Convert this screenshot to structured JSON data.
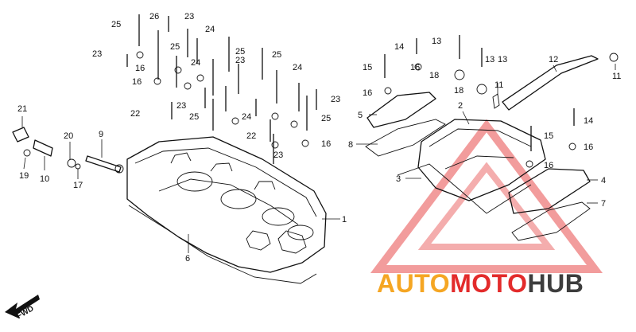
{
  "diagram": {
    "callouts": [
      "1",
      "2",
      "3",
      "4",
      "5",
      "6",
      "7",
      "8",
      "9",
      "10",
      "11",
      "11",
      "12",
      "13",
      "13",
      "14",
      "14",
      "15",
      "15",
      "16",
      "17",
      "18",
      "18",
      "19",
      "20",
      "21",
      "22",
      "23",
      "24",
      "25",
      "26"
    ],
    "fwd_label": "FWD"
  },
  "watermark": {
    "part1": "AUTO",
    "part2": "MOTO",
    "part3": "HUB",
    "colors": {
      "auto": "#f5a623",
      "moto": "#e32b2b",
      "hub": "#3d3d3d",
      "triangle": "#e32b2b"
    }
  }
}
